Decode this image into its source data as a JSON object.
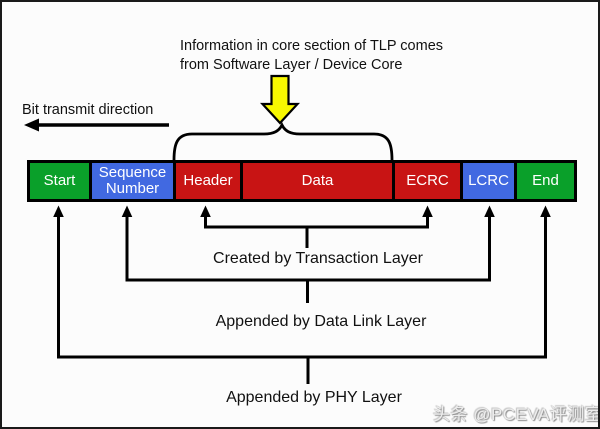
{
  "colors": {
    "green": "#0AA02A",
    "red": "#C81414",
    "blue": "#4169E1",
    "yellow": "#F8F800",
    "line": "#000000"
  },
  "top_note": {
    "line1": "Information in core section of TLP comes",
    "line2": "from Software Layer / Device Core"
  },
  "transmit": {
    "label": "Bit transmit direction"
  },
  "bar": {
    "segments": [
      {
        "label": "Start",
        "color": "green"
      },
      {
        "label": "Sequence Number",
        "color": "blue"
      },
      {
        "label": "Header",
        "color": "red"
      },
      {
        "label": "Data",
        "color": "red"
      },
      {
        "label": "ECRC",
        "color": "red"
      },
      {
        "label": "LCRC",
        "color": "blue"
      },
      {
        "label": "End",
        "color": "green"
      }
    ]
  },
  "layer_labels": {
    "transaction": "Created by Transaction Layer",
    "data_link": "Appended by Data Link Layer",
    "phy": "Appended by PHY Layer"
  },
  "watermark": {
    "text": "头条 @PCEVA评测室"
  }
}
